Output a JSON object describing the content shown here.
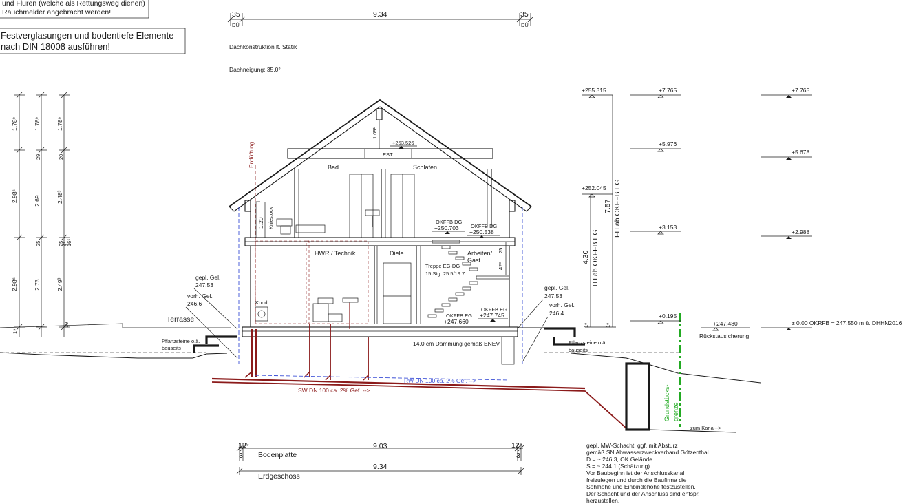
{
  "notes": {
    "top_line1": "und Fluren (welche als Rettungsweg dienen)",
    "top_line2": "Rauchmelder angebracht werden!",
    "box2_line1": "Festverglasungen und bodentiefe Elemente",
    "box2_line2": "nach DIN 18008 ausführen!",
    "roof_structure": "Dachkonstruktion lt. Statik",
    "roof_pitch": "Dachneigung: 35.0°",
    "insulation": "14.0 cm Dämmung gemäß ENEV"
  },
  "top_dims": {
    "left": "35",
    "left_sub": "DÜ",
    "total": "9.34",
    "right": "35",
    "right_sub": "DÜ"
  },
  "left_dims": {
    "col1": [
      "1.78⁹",
      "2.98⁶",
      "2.98⁶"
    ],
    "col2": [
      "1.78⁹",
      "2.69",
      "2.73"
    ],
    "col3": [
      "1.78⁹",
      "2.48³",
      "2.49³"
    ],
    "small": [
      "29",
      "25",
      "25",
      "19",
      "20",
      "4²",
      "1⁹",
      "16⁵"
    ]
  },
  "rooms": {
    "bad": "Bad",
    "schlafen": "Schlafen",
    "hwr": "HWR / Technik",
    "diele": "Diele",
    "arbeiten1": "Arbeiten/",
    "arbeiten2": "Gast",
    "terrasse": "Terrasse",
    "est": "EST"
  },
  "levels": {
    "ridge": "+253.526",
    "okffb_dg_label": "OKFFB DG",
    "okffb_dg_1": "+250.703",
    "okffb_dg_2": "+250.538",
    "okffb_eg_label": "OKFFB EG",
    "okffb_eg_1": "+247.660",
    "okffb_eg_2": "+247.745",
    "stair1": "Treppe EG-DG",
    "stair2": "15 Stg. 25.5/19.7",
    "attic_h": "1.09¹",
    "knee_h": "1.20",
    "knee_label": "Kniestock",
    "stair_h1": "25",
    "stair_h2": "42³",
    "kond": "Kond.",
    "vent": "Entlüftung"
  },
  "ground": {
    "l_gepl": "gepl. Gel.",
    "l_gepl_v": "247.53",
    "l_vorh": "vorh. Gel.",
    "l_vorh_v": "246.6",
    "r_gepl": "gepl. Gel.",
    "r_gepl_v": "247.53",
    "r_vorh": "vorh. Gel.",
    "r_vorh_v": "246.4",
    "stones_l1": "Pflanzsteine o.ä.",
    "stones_l2": "bauseits",
    "stones_r1": "Pflanzsteine o.ä.",
    "stones_r2": "bauseits"
  },
  "pipes": {
    "rw": "RW DN 100 ca. 2% Gef. -->",
    "sw": "SW DN 100 ca. 2% Gef. -->",
    "kanal": "zum Kanal-->",
    "grenze1": "Grundstücks-",
    "grenze2": "grenze"
  },
  "right_levels": {
    "abs1": "+255.315",
    "abs2": "+252.045",
    "r1_a": "+7.765",
    "r1_b": "+5.976",
    "r1_c": "+3.153",
    "r1_d": "+0.195",
    "r2_a": "+7.765",
    "r2_b": "+5.678",
    "r2_c": "+2.988",
    "r2_d": "± 0.00 OKRFB = 247.550 m ü. DHHN2016",
    "rueck_v": "+247.480",
    "rueck": "Rückstausicherung",
    "fh_val": "7.57",
    "fh": "FH ab OKFFB EG",
    "th_val": "4.30",
    "th": "TH ab OKFFB EG",
    "small1": "1⁹",
    "small2": "1⁹"
  },
  "bottom_dims": {
    "l_a": "12⁵",
    "l_b": "3",
    "bodenplatte_total": "9.03",
    "bodenplatte": "Bodenplatte",
    "r_a": "12⁵",
    "r_b": "3",
    "eg_total": "9.34",
    "eg": "Erdgeschoss"
  },
  "schacht": [
    "gepl. MW-Schacht, ggf. mit Absturz",
    "gemäß SN Abwasserzweckverband Götzenthal",
    "D = ~ 246.3, OK Gelände",
    "S = ~ 244.1 (Schätzung)",
    "Vor Baubeginn ist der Anschlusskanal",
    "freizulegen und durch die Baufirma die",
    "Sohlhöhe und Einbindehöhe festzustellen.",
    "Der Schacht und der Anschluss sind entspr.",
    "herzustellen."
  ],
  "colors": {
    "pipe": "#8b1a1a",
    "rainwater": "#3b4fd6",
    "boundary": "#22aa22",
    "line": "#1a1a1a"
  }
}
